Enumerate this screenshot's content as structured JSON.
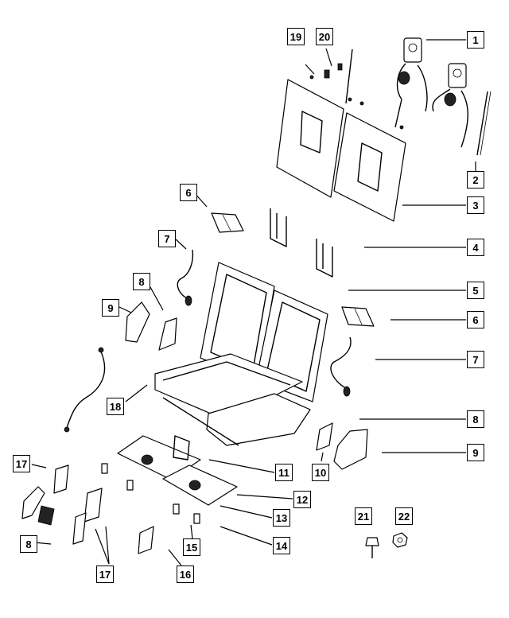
{
  "diagram": {
    "callouts": [
      {
        "id": "c1",
        "label": "1"
      },
      {
        "id": "c2",
        "label": "2"
      },
      {
        "id": "c3",
        "label": "3"
      },
      {
        "id": "c4",
        "label": "4"
      },
      {
        "id": "c5",
        "label": "5"
      },
      {
        "id": "c6a",
        "label": "6"
      },
      {
        "id": "c6b",
        "label": "6"
      },
      {
        "id": "c7a",
        "label": "7"
      },
      {
        "id": "c7b",
        "label": "7"
      },
      {
        "id": "c8a",
        "label": "8"
      },
      {
        "id": "c8b",
        "label": "8"
      },
      {
        "id": "c8c",
        "label": "8"
      },
      {
        "id": "c9a",
        "label": "9"
      },
      {
        "id": "c9b",
        "label": "9"
      },
      {
        "id": "c10",
        "label": "10"
      },
      {
        "id": "c11",
        "label": "11"
      },
      {
        "id": "c12",
        "label": "12"
      },
      {
        "id": "c13",
        "label": "13"
      },
      {
        "id": "c14",
        "label": "14"
      },
      {
        "id": "c15",
        "label": "15"
      },
      {
        "id": "c16",
        "label": "16"
      },
      {
        "id": "c17a",
        "label": "17"
      },
      {
        "id": "c17b",
        "label": "17"
      },
      {
        "id": "c18",
        "label": "18"
      },
      {
        "id": "c19",
        "label": "19"
      },
      {
        "id": "c20",
        "label": "20"
      },
      {
        "id": "c21",
        "label": "21"
      },
      {
        "id": "c22",
        "label": "22"
      }
    ]
  }
}
